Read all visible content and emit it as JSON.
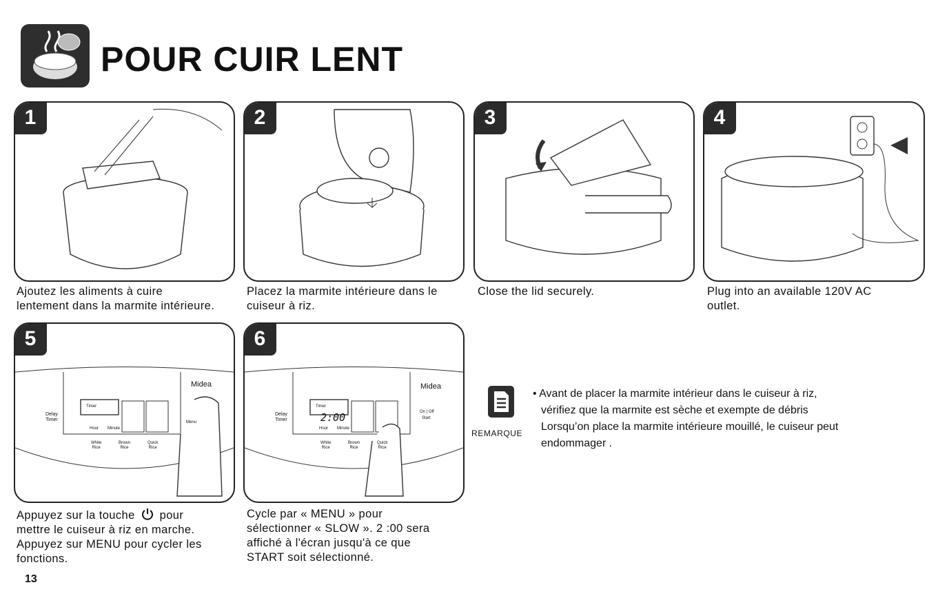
{
  "header": {
    "title": "POUR CUIR LENT",
    "icon": "slow-cooker-icon"
  },
  "steps": [
    {
      "number": "1",
      "caption_lines": [
        "Ajoutez les aliments à cuire",
        "lentement dans la marmite intérieure."
      ]
    },
    {
      "number": "2",
      "caption_lines": [
        "Placez  la marmite intérieure dans le",
        "cuiseur à riz."
      ]
    },
    {
      "number": "3",
      "caption_lines": [
        "Close the lid securely."
      ]
    },
    {
      "number": "4",
      "caption_lines": [
        "Plug into an available 120V AC",
        "outlet."
      ]
    },
    {
      "number": "5",
      "caption_lines": [
        "Appuyez sur la touche",
        "pour",
        "mettre le cuiseur à riz en marche.",
        "Appuyez sur  MENU pour cycler les",
        "fonctions."
      ]
    },
    {
      "number": "6",
      "caption_lines": [
        "Cycle par « MENU » pour",
        "sélectionner « SLOW ». 2 :00 sera",
        "affiché à l'écran jusqu'à ce que",
        "START soit sélectionné."
      ]
    }
  ],
  "panel_labels": {
    "brand": "Midea",
    "delay_timer": [
      "Delay",
      "Timer"
    ],
    "timer_label": "Timer",
    "hour": "Hour",
    "minute": "Minute",
    "display_time": "2:00",
    "white_rice": [
      "White",
      "Rice"
    ],
    "brown_rice": [
      "Brown",
      "Rice"
    ],
    "quick_rice": [
      "Quick",
      "Rice"
    ],
    "on_off": "On | Off",
    "start": "Start",
    "menu": "Menu"
  },
  "note": {
    "label": "REMARQUE",
    "lines": [
      "• Avant de placer la marmite intérieur dans le cuiseur à riz,",
      "vérifiez que la marmite  est sèche et exempte de débris",
      "Lorsqu’on place la marmite intérieure mouillé, le cuiseur peut",
      "endommager ."
    ]
  },
  "footer": {
    "page_number": "13"
  }
}
